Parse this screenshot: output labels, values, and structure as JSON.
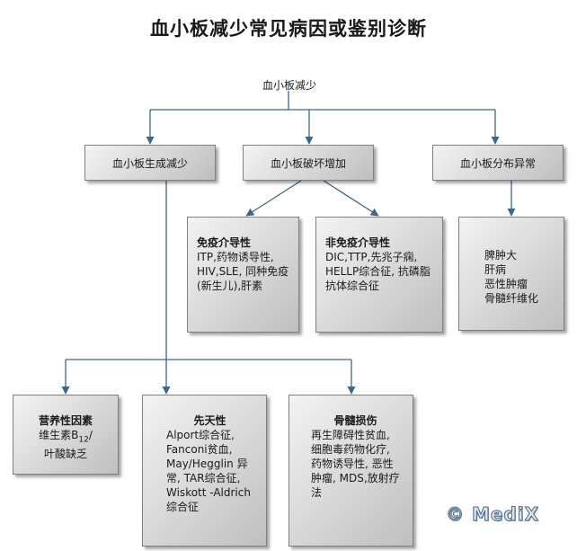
{
  "title": "血小板减少常见病因或鉴别诊断",
  "root": "血小板减少",
  "level1": {
    "production": "血小板生成减少",
    "destruction": "血小板破坏增加",
    "distribution": "血小板分布异常"
  },
  "immune": {
    "heading": "免疫介导性",
    "text": "ITP,药物诱导性, HIV,SLE, 同种免疫(新生儿),肝素"
  },
  "non_immune": {
    "heading": "非免疫介导性",
    "text": "DIC,TTP,先兆子痫, HELLP综合征, 抗磷脂抗体综合征"
  },
  "distribution_causes": [
    "脾肿大",
    "肝病",
    "恶性肿瘤",
    "骨髓纤维化"
  ],
  "nutritional": {
    "heading": "营养性因素",
    "text_main": "维生素B",
    "text_sub": "12",
    "text_tail": "/",
    "text_line2": "叶酸缺乏"
  },
  "congenital": {
    "heading": "先天性",
    "text": "Alport综合征, Fanconi贫血, May/Hegglin 异常, TAR综合征, Wiskott -Aldrich综合征"
  },
  "marrow": {
    "heading": "骨髓损伤",
    "text": "再生障碍性贫血, 细胞毒药物化疗, 药物诱导性, 恶性肿瘤, MDS,放射疗法"
  },
  "watermark": "© MediX"
}
